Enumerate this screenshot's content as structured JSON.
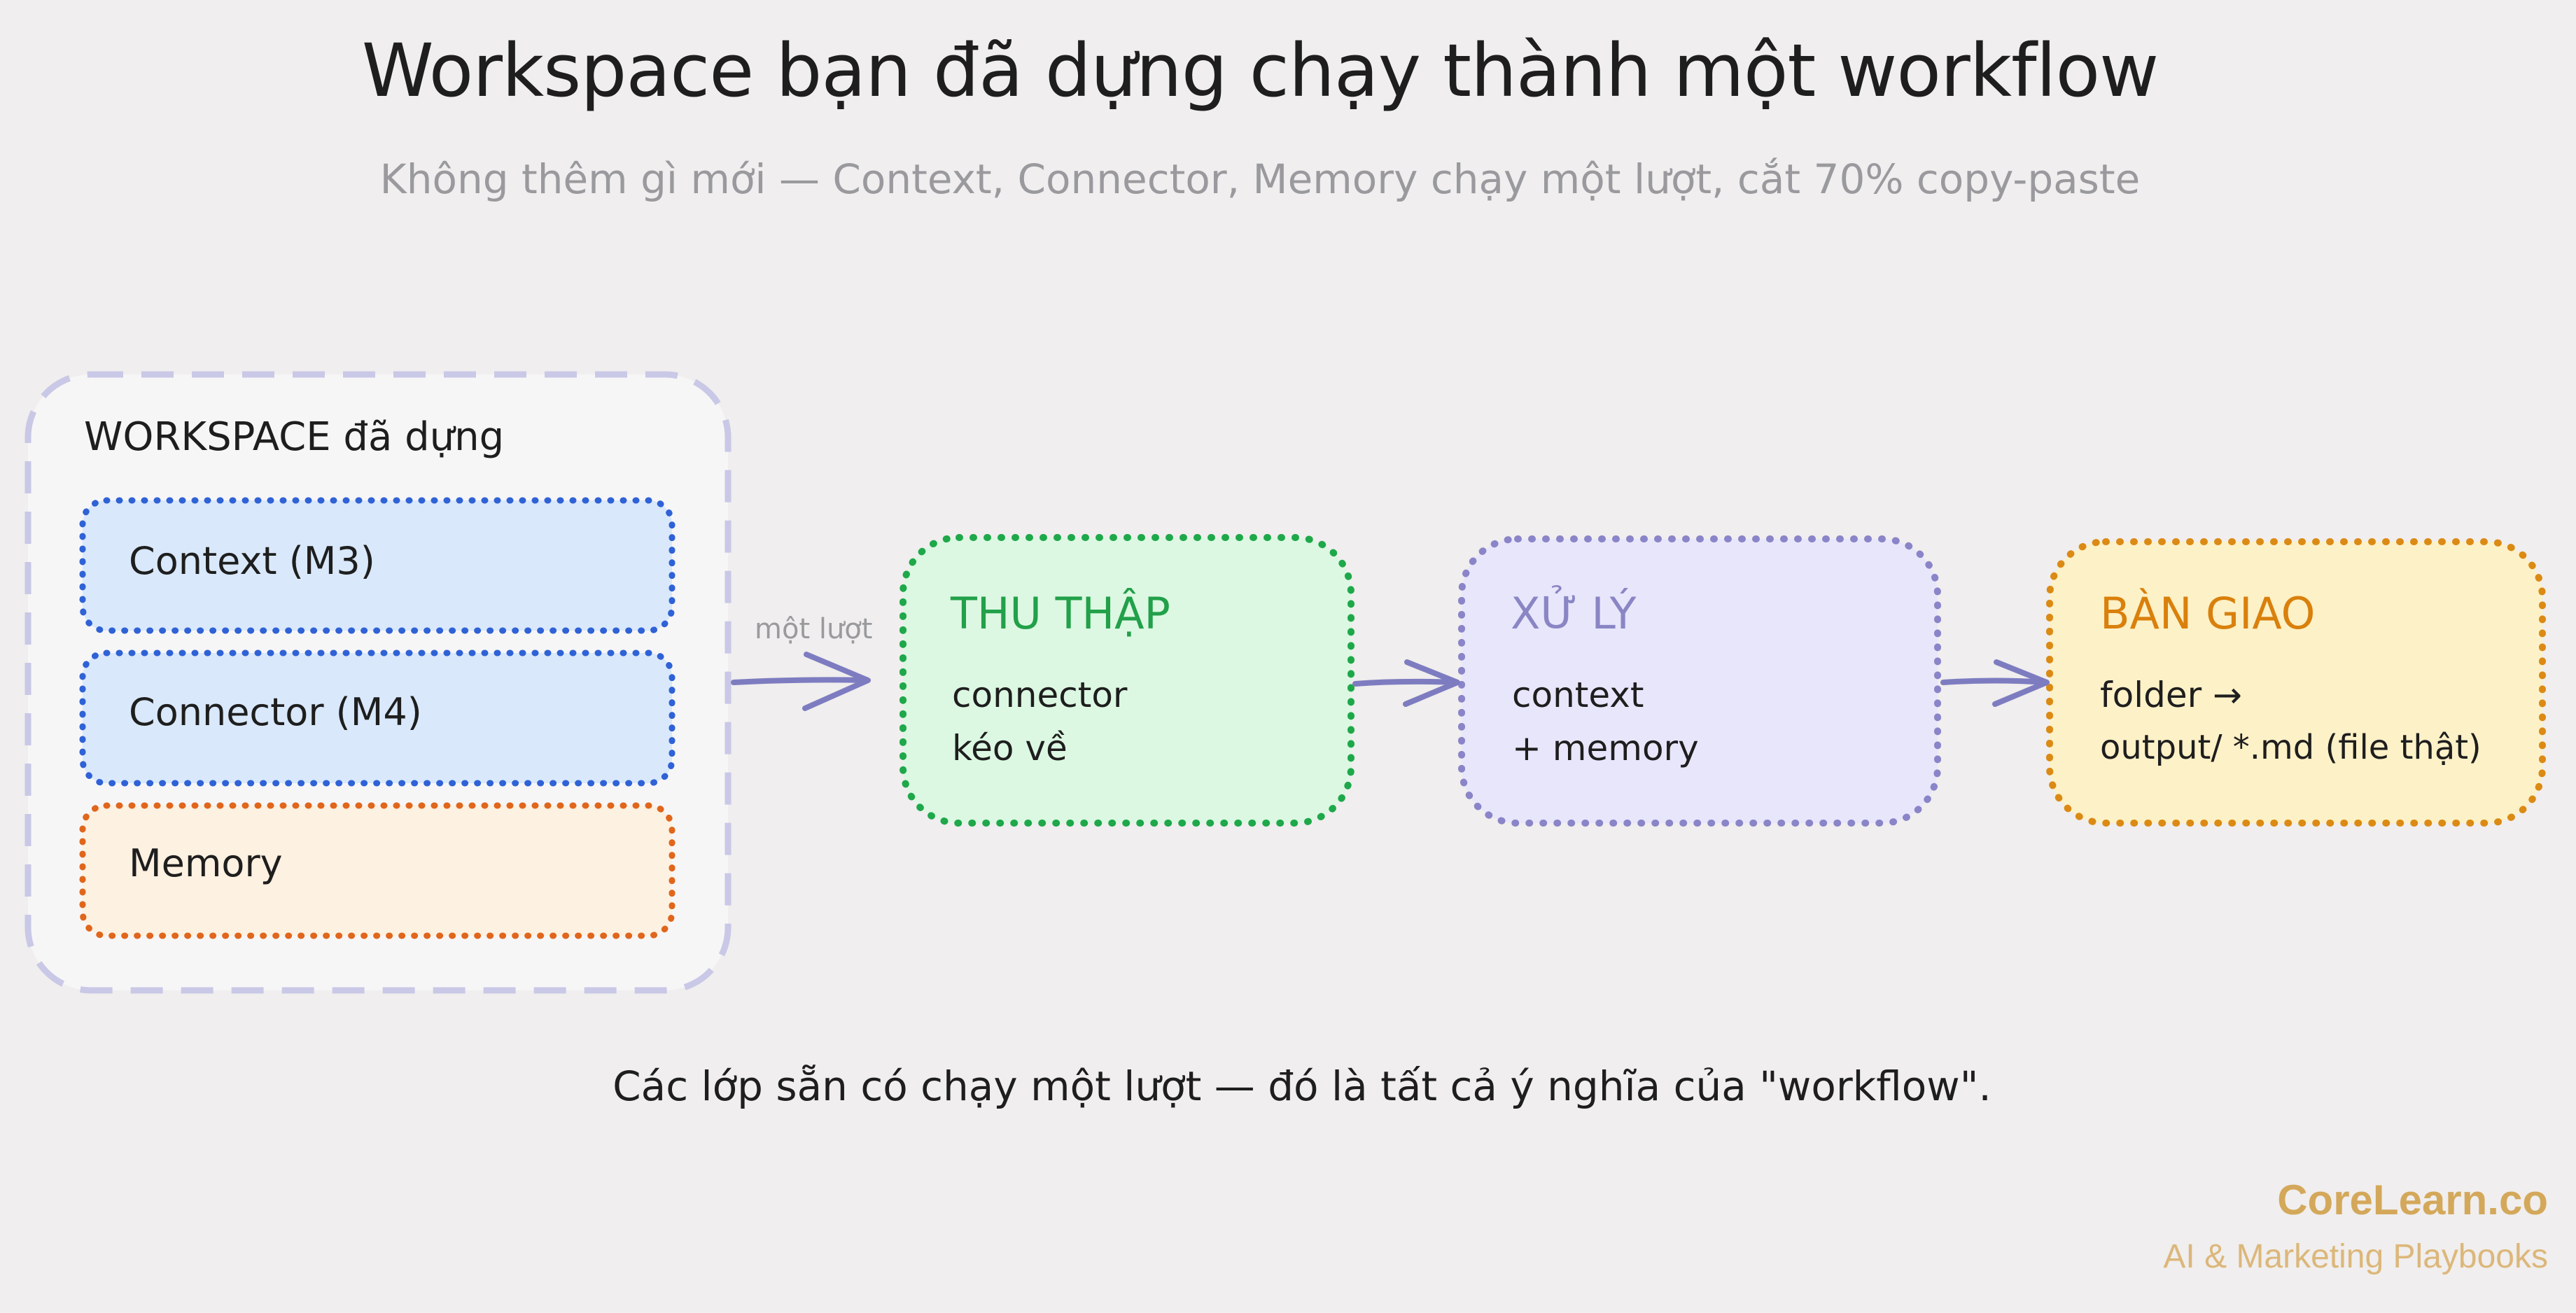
{
  "title": "Workspace bạn đã dựng chạy thành một workflow",
  "subtitle": "Không thêm gì mới — Context, Connector, Memory chạy một lượt, cắt 70% copy-paste",
  "workspace": {
    "label": "WORKSPACE đã dựng",
    "layers": [
      {
        "label": "Context  (M3)"
      },
      {
        "label": "Connector  (M4)"
      },
      {
        "label": "Memory"
      }
    ]
  },
  "flow_label": "một lượt",
  "stages": [
    {
      "title": "THU THẬP",
      "lines": [
        "connector",
        "kéo về"
      ]
    },
    {
      "title": "XỬ LÝ",
      "lines": [
        "context",
        "+ memory"
      ]
    },
    {
      "title": "BÀN GIAO",
      "lines": [
        "folder →",
        "output/ *.md (file thật)"
      ]
    }
  ],
  "caption": "Các lớp sẵn có chạy một lượt — đó là tất cả ý nghĩa của \"workflow\".",
  "brand": {
    "name": "CoreLearn.co",
    "tagline": "AI & Marketing Playbooks"
  },
  "colors": {
    "background": "#f0eeee",
    "workspace_border": "#c9c8e6",
    "context_border": "#2f62d6",
    "context_fill": "#d9e8fb",
    "memory_border": "#e0661c",
    "memory_fill": "#fdf1e1",
    "collect_border": "#1ea84a",
    "collect_fill": "#dcf8e2",
    "collect_title": "#22a04a",
    "process_border": "#8a84c8",
    "process_fill": "#e8e6fb",
    "process_title": "#8a86c4",
    "deliver_border": "#db8a14",
    "deliver_fill": "#fdf1c7",
    "deliver_title": "#d9800c",
    "arrow": "#7e7cc0",
    "brand": "#d4a85a"
  }
}
